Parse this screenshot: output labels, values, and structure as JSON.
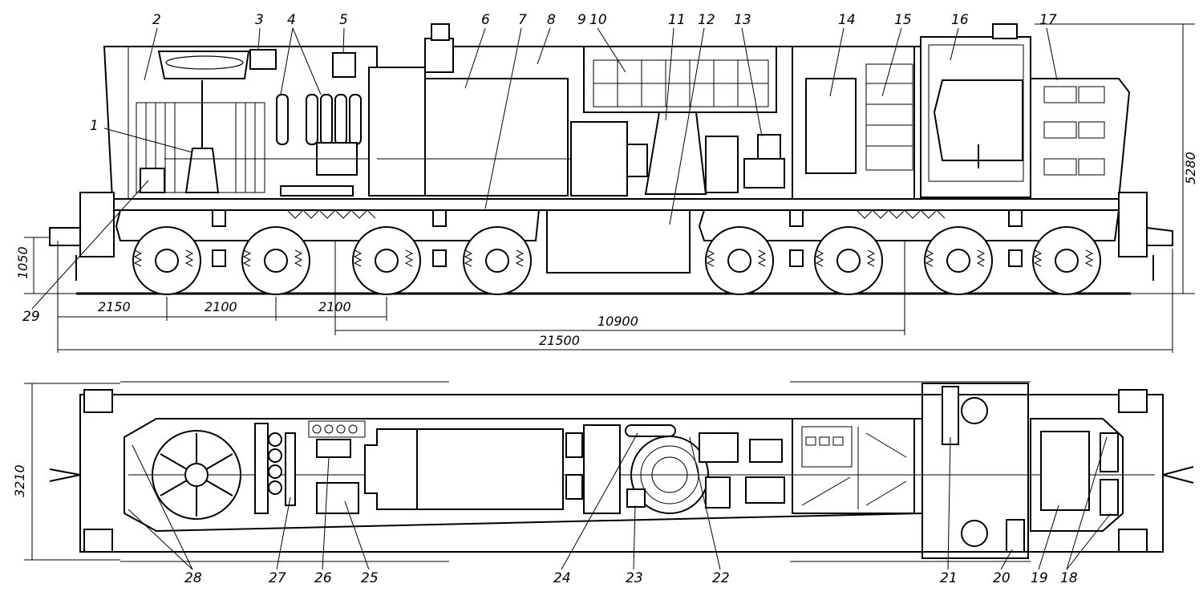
{
  "callouts": [
    "1",
    "2",
    "3",
    "4",
    "5",
    "6",
    "7",
    "8",
    "9",
    "10",
    "11",
    "12",
    "13",
    "14",
    "15",
    "16",
    "17",
    "18",
    "19",
    "20",
    "21",
    "22",
    "23",
    "24",
    "25",
    "26",
    "27",
    "28",
    "29"
  ],
  "dimensions": {
    "height_total": "5280",
    "coupler_height": "1050",
    "width": "3210",
    "end_to_axle": "2150",
    "axle_spacing_1": "2100",
    "axle_spacing_2": "2100",
    "bogie_centres": "10900",
    "length_total": "21500"
  }
}
